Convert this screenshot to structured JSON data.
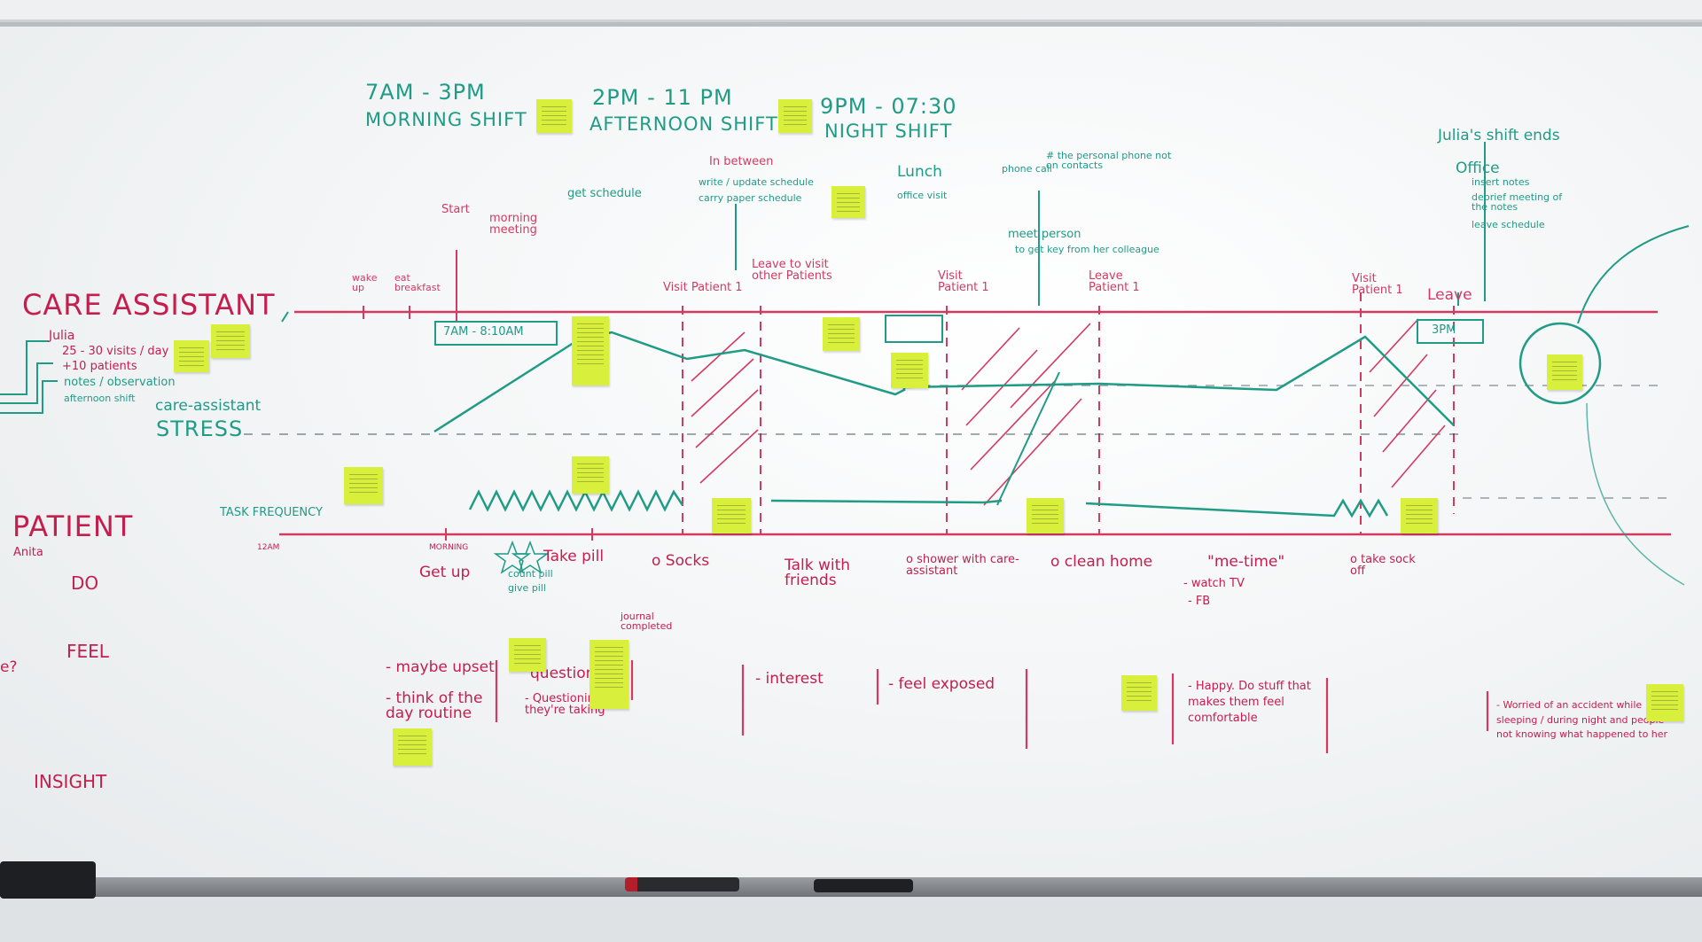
{
  "shifts": {
    "morning_time": "7AM - 3PM",
    "morning_label": "MORNING SHIFT",
    "afternoon_time": "2PM - 11 PM",
    "afternoon_label": "AFTERNOON SHIFT",
    "night_time": "9PM - 07:30",
    "night_label": "NIGHT SHIFT"
  },
  "care_assistant": {
    "title": "CARE ASSISTANT",
    "name": "Julia",
    "visits": "25 - 30 visits / day",
    "patients": "+10 patients",
    "notes": "notes / observation",
    "shift": "afternoon shift",
    "stress_sub": "care-assistant",
    "stress": "STRESS",
    "task_frequency": "TASK FREQUENCY"
  },
  "timeline_top": {
    "wake_up": "wake up",
    "eat_breakfast": "eat breakfast",
    "start": "Start",
    "morning_meeting": "morning meeting",
    "get_schedule": "get schedule",
    "in_between": "In between",
    "write_schedule": "write / update schedule",
    "carry_schedule": "carry paper schedule",
    "visit_patient1": "Visit Patient 1",
    "leave_to_visit": "Leave to visit other Patients",
    "lunch": "Lunch",
    "office_visit": "office visit",
    "phone_call": "phone call",
    "personal_phone": "# the personal phone not on contacts",
    "meet_person": "meet person",
    "get_key": "to get key from her colleague",
    "visit_patient1_b": "Visit Patient 1",
    "leave_patient1": "Leave Patient 1",
    "visit_patient1_c": "Visit Patient 1",
    "leave": "Leave",
    "julia_shift_ends": "Julia's shift ends",
    "office": "Office",
    "insert_notes": "insert notes",
    "debrief": "debrief meeting of the notes",
    "leave_schedule": "leave schedule",
    "time_start": "7AM - 8:10AM",
    "time_end": "3PM"
  },
  "patient": {
    "title": "PATIENT",
    "name": "Anita",
    "do": "DO",
    "feel": "FEEL",
    "insight": "INSIGHT",
    "question_mark": "e?",
    "time_12am": "12AM",
    "time_morning": "MORNING"
  },
  "patient_do": {
    "get_up": "Get up",
    "take_pill": "Take pill",
    "count_pill": "count pill",
    "give_pill": "give pill",
    "socks": "o Socks",
    "talk": "Talk with friends",
    "shower": "o shower with care-assistant",
    "clean": "o clean home",
    "me_time": "\"me-time\"",
    "watch_tv": "- watch TV",
    "fb": "- FB",
    "take_sock": "o take sock off",
    "journal": "journal completed"
  },
  "patient_feel": {
    "upset": "- maybe upset",
    "think": "- think of the day routine",
    "question": "question",
    "questioning": "- Questioning if they're taking",
    "interest": "- interest",
    "exposed": "- feel exposed",
    "happy": "- Happy. Do stuff that makes them feel comfortable",
    "worried": "- Worried of an accident while sleeping / during night and people not knowing what happened to her"
  },
  "colors": {
    "teal": "#1f9b86",
    "pink": "#d23a62",
    "sticky": "#d8f03c"
  }
}
